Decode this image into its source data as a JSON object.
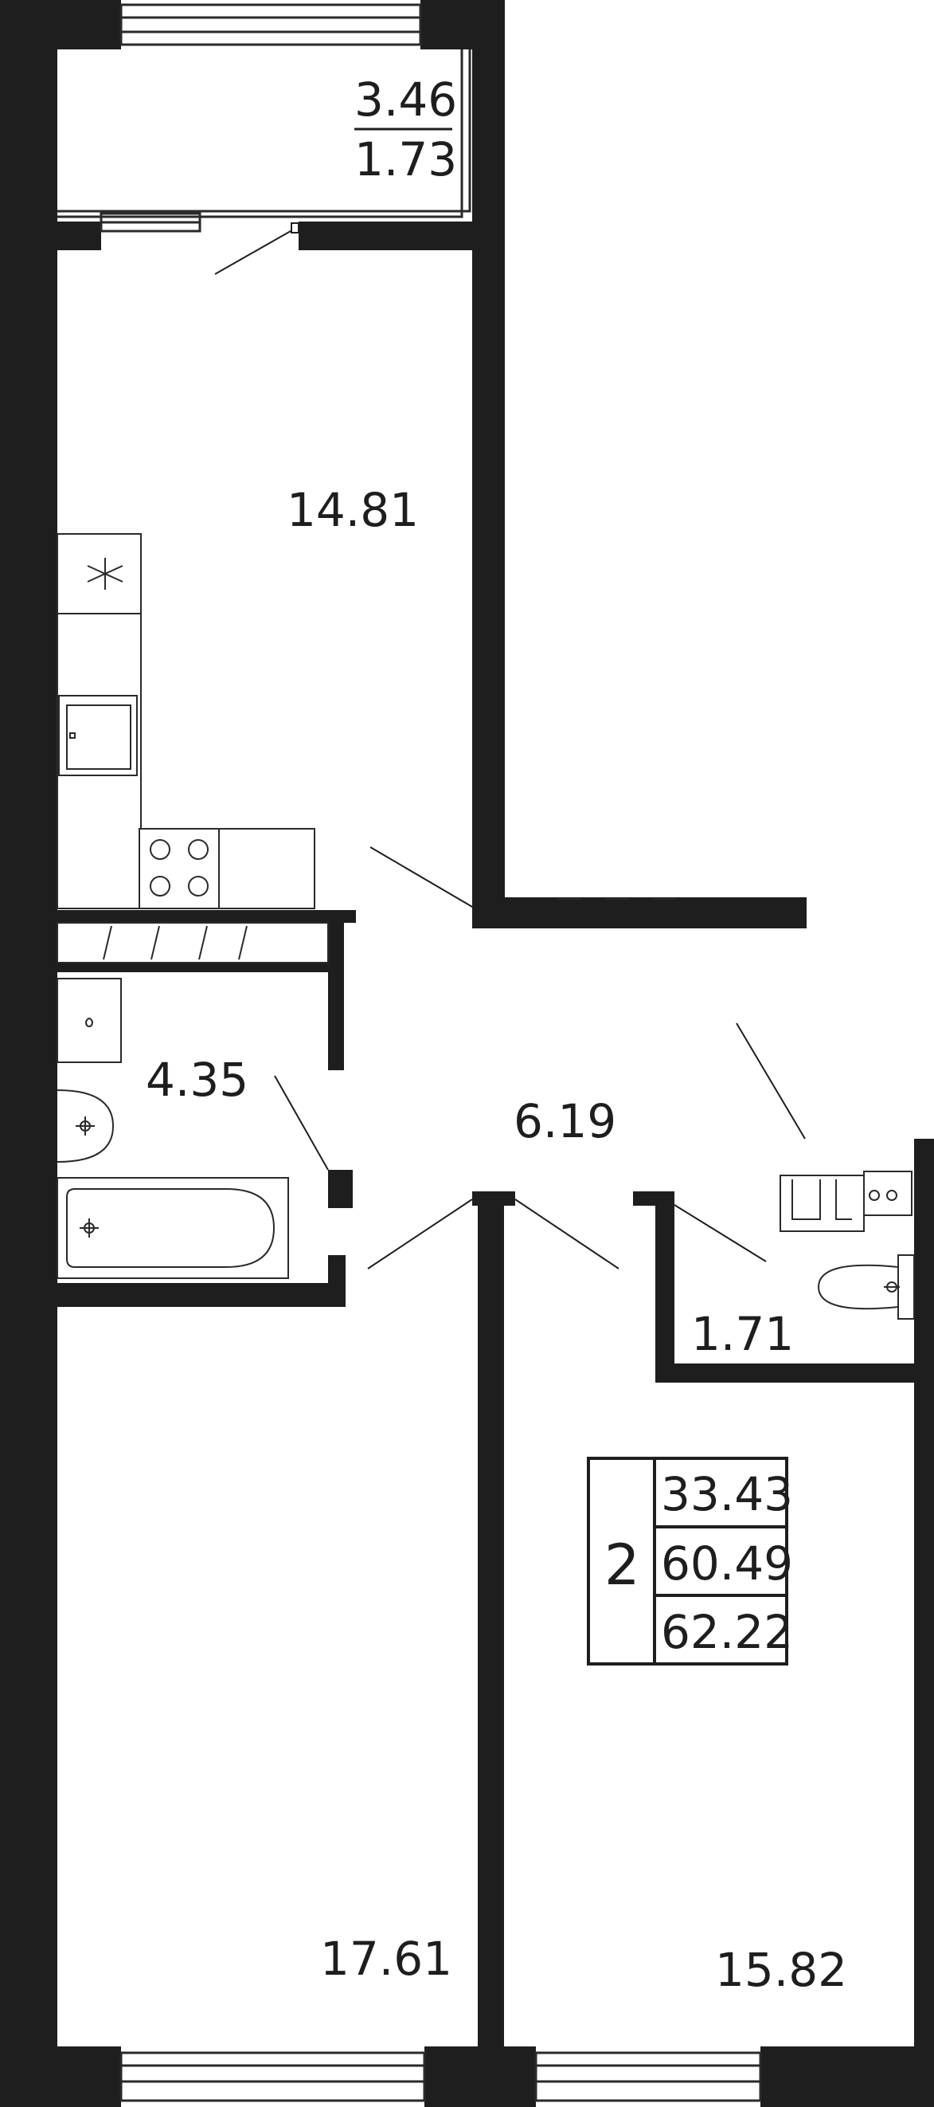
{
  "rooms": {
    "balcony_area": "3.46",
    "balcony_area_reduced": "1.73",
    "kitchen_living": "14.81",
    "bathroom": "4.35",
    "hallway": "6.19",
    "toilet": "1.71",
    "bedroom_left": "17.61",
    "bedroom_right": "15.82"
  },
  "summary": {
    "rooms_count": "2",
    "living_area": "33.43",
    "total_area": "60.49",
    "total_area_with_balcony": "62.22"
  },
  "colors": {
    "wall": "#1e1e1e",
    "line": "#2a2a2a",
    "background": "#ffffff"
  }
}
